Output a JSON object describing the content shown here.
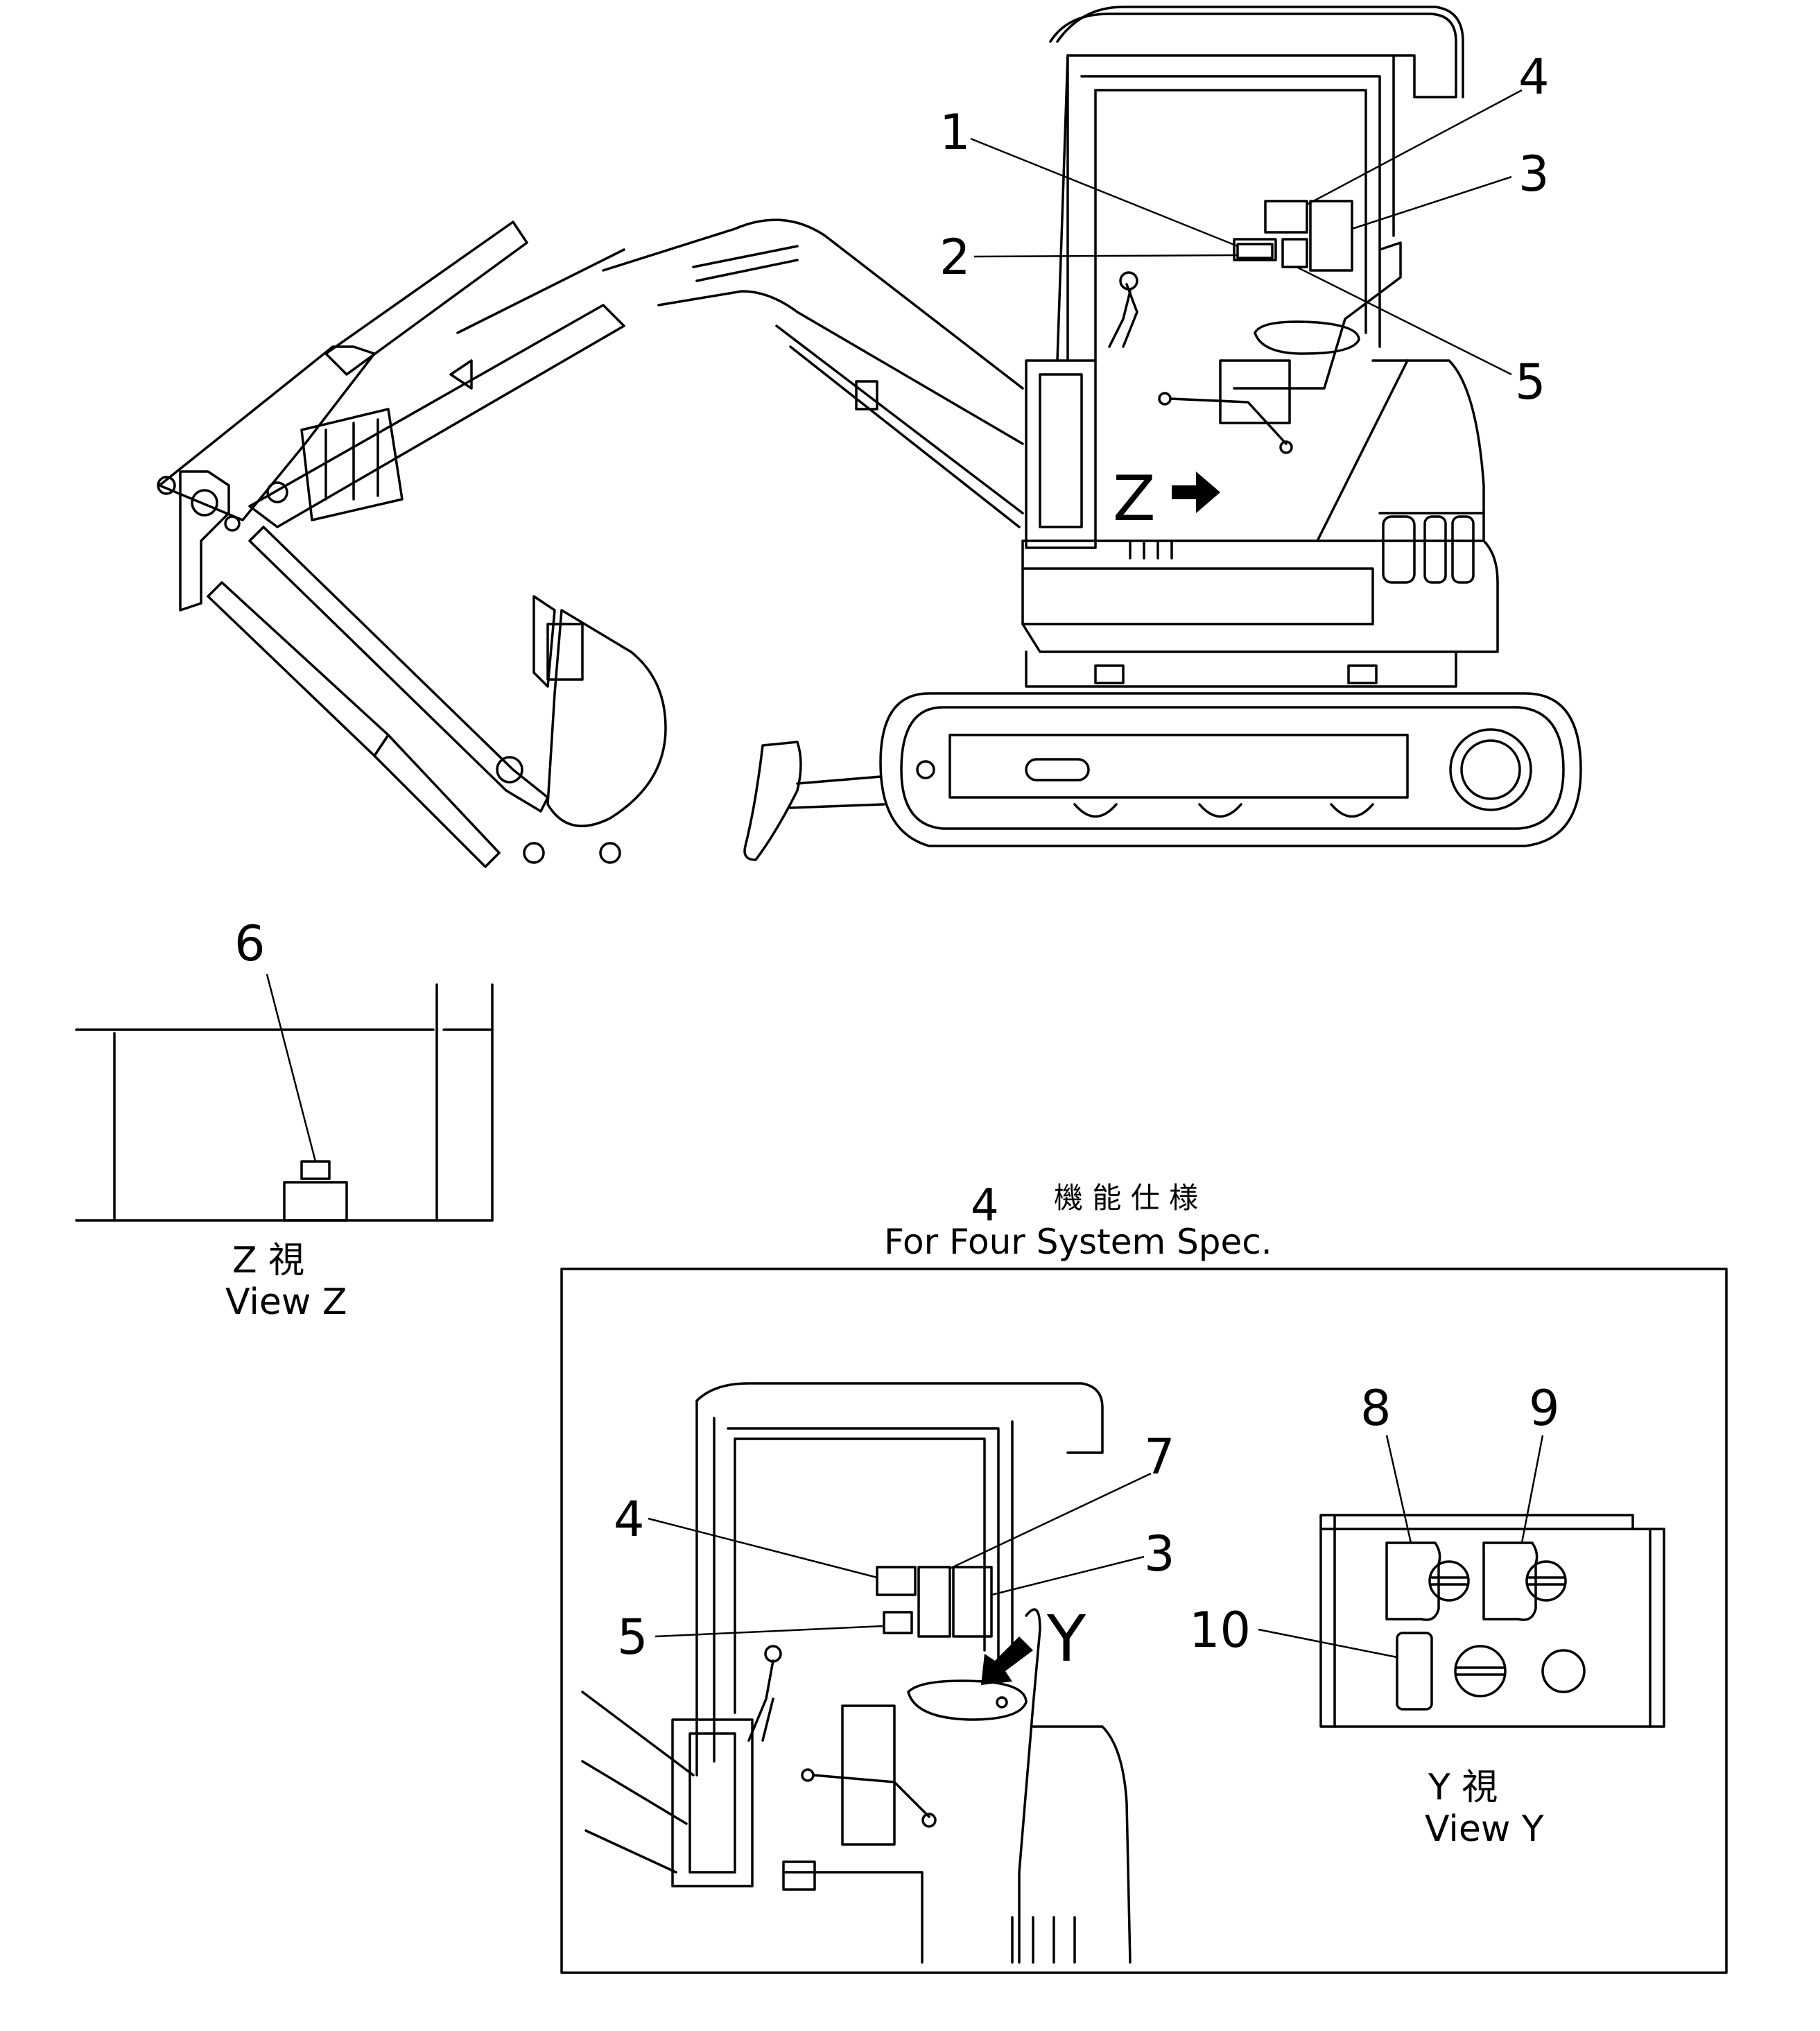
{
  "main_view": {
    "callouts": [
      "1",
      "2",
      "3",
      "4",
      "5"
    ],
    "view_marker": "Z"
  },
  "view_z": {
    "callout": "6",
    "caption_jp": "Z 視",
    "caption_en": "View Z"
  },
  "four_system": {
    "title_num": "4",
    "title_jp": "機 能 仕 様",
    "title_en": "For Four System Spec.",
    "cab_callouts": [
      "7",
      "4",
      "3",
      "5"
    ],
    "view_marker": "Y",
    "view_y": {
      "callouts": [
        "8",
        "9",
        "10"
      ],
      "caption_jp": "Y 視",
      "caption_en": "View Y"
    }
  }
}
